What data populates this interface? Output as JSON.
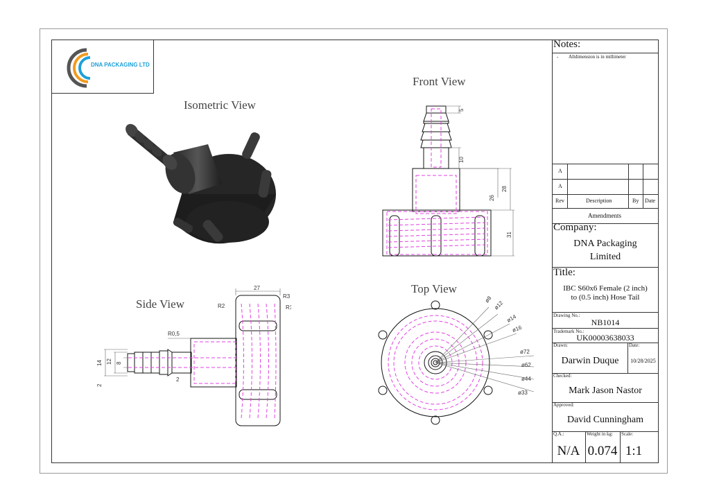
{
  "logo": {
    "text": "DNA PACKAGING LTD"
  },
  "views": {
    "isometric": "Isometric View",
    "front": "Front View",
    "side": "Side View",
    "top": "Top View"
  },
  "dims": {
    "front": [
      "5",
      "10",
      "26",
      "28",
      "31"
    ],
    "side": [
      "27",
      "R3",
      "R2",
      "R1",
      "R0,5",
      "14",
      "12",
      "8",
      "2",
      "2"
    ],
    "top": [
      "ø8",
      "ø12",
      "ø14",
      "ø16",
      "ø72",
      "ø62",
      "ø44",
      "ø33"
    ]
  },
  "notes": {
    "header": "Notes:",
    "bullet": "-",
    "text": "Alldimension is in millimeter"
  },
  "amendments": {
    "rows": [
      "A",
      "A"
    ],
    "col_rev": "Rev",
    "col_desc": "Description",
    "col_by": "By",
    "col_date": "Date",
    "footer": "Amendments"
  },
  "company": {
    "label": "Company:",
    "name_line1": "DNA Packaging",
    "name_line2": "Limited"
  },
  "title": {
    "label": "Title:",
    "line1": "IBC S60x6 Female (2 inch)",
    "line2": "to (0.5 inch) Hose Tail"
  },
  "drawing_no": {
    "label": "Drawing No.:",
    "value": "NB1014"
  },
  "trademark": {
    "label": "Trademark No.:",
    "value": "UK00003638033"
  },
  "drawn": {
    "label": "Drawn:",
    "value": "Darwin Duque"
  },
  "date": {
    "label": "Date:",
    "value": "10/28/2025"
  },
  "checked": {
    "label": "Checked:",
    "value": "Mark Jason Nastor"
  },
  "approved": {
    "label": "Approved:",
    "value": "David Cunningham"
  },
  "qa": {
    "label": "Q.A.:",
    "value": "N/A"
  },
  "weight": {
    "label": "Weight in kg:",
    "value": "0.074"
  },
  "scale": {
    "label": "Scale:",
    "value": "1:1"
  },
  "colors": {
    "hidden_lines": "#e040e0",
    "frame": "#333333",
    "logo_blue": "#1ea0d8",
    "logo_orange": "#f39a1e"
  }
}
